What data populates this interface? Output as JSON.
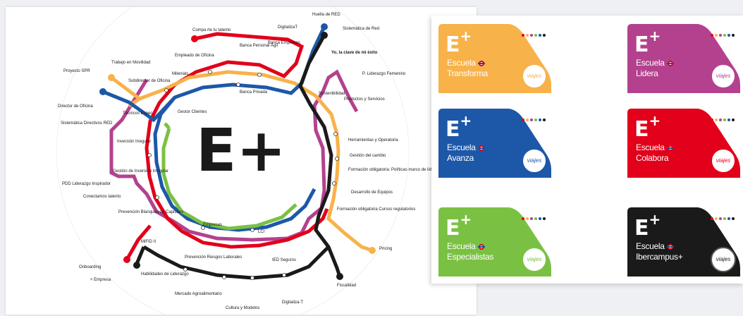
{
  "map": {
    "logo": "E+",
    "labels": {
      "compa": "Compa rte tu talento",
      "digitaliza": "DigitalizaT",
      "huella": "Huella de RED",
      "sistematica": "Sistemática de Red",
      "banca_personal": "Banca Personal Ágil",
      "banca_empresas": "Banca Empresas",
      "yo_clave": "Yo, la clave de mi éxito",
      "empleado_oficina": "Empleado de Oficina",
      "trabajo_movilidad": "Trabajo en Movilidad",
      "proyecto_spr": "Proyecto SPR",
      "milenials": "Milenials",
      "subdirector": "Subdirector de Oficina",
      "banca_privada": "Banca Privada",
      "liderazgo_femenino": "P. Liderazgo Femenino",
      "director_oficina": "Director de Oficina",
      "sostenibilidad": "Sostenibilidad",
      "productos": "Productos y Servicios",
      "gestor_clientes": "Gestor Clientes",
      "tecnicos": "Técnicos Espec.",
      "sistematica_directivos": "Sistemática Directivos RED",
      "herramientas": "Herramientas y Operatoria",
      "inversion_irregular": "Inversión Irregular",
      "gestion_cambio": "Gestión del cambio",
      "gestion_inversion": "Gestión de Inversión Irregular",
      "formacion_pol": "Formación obligatoria: Políticas marco de liderazgo",
      "pdd": "PDD Liderazgo Inspirador",
      "desarrollo": "Desarrollo de Equipos",
      "conectamos": "Conectamos talento",
      "formacion_cursos": "Formación obligatoria Cursos regulatorios",
      "prevencion_blanqueo": "Prevención Blanqueo de Capitales",
      "empresas": "Empresas",
      "lci": "LCI",
      "mifid": "MiFID II",
      "pricing": "Pricing",
      "onboarding": "Onboarding",
      "prevencion_riesgos": "Prevención Riesgos Laborales",
      "ied": "IED Seguros",
      "empresa_plus": "+ Empresa",
      "habilidades": "Habilidades de Liderazgo",
      "fiscalidad": "Fiscalidad",
      "mercado": "Mercado Agroalimentario",
      "cultura": "Cultura y Modelos",
      "digitaliza_t": "Digitaliza-T"
    }
  },
  "cards": [
    {
      "line1": "Escuela",
      "line2": "Transforma",
      "badge": "viajes",
      "color": "#f7b24a"
    },
    {
      "line1": "Escuela",
      "line2": "Lidera",
      "badge": "viajes",
      "color": "#b4418e"
    },
    {
      "line1": "Escuela",
      "line2": "Avanza",
      "badge": "viajes",
      "color": "#1d58a8"
    },
    {
      "line1": "Escuela",
      "line2": "Colabora",
      "badge": "viajes",
      "color": "#e2001a"
    },
    {
      "line1": "Escuela",
      "line2": "Especialistas",
      "badge": "viajes",
      "color": "#7ac143"
    },
    {
      "line1": "Escuela",
      "line2": "Ibercampus+",
      "badge": "viajes",
      "color": "#1a1a1a"
    }
  ],
  "dot_colors": [
    "#e2001a",
    "#f7b24a",
    "#b4418e",
    "#7ac143",
    "#1d58a8",
    "#1a1a1a"
  ]
}
